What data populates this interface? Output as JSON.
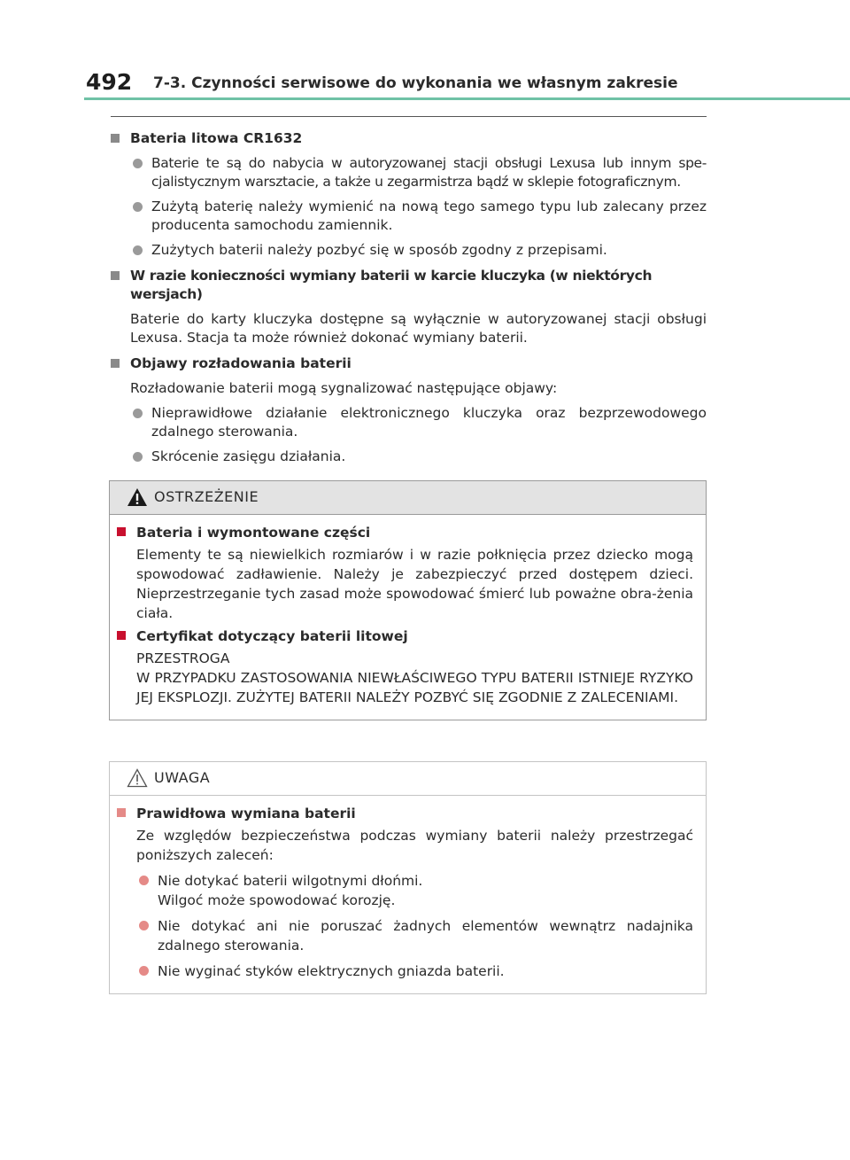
{
  "header": {
    "page_number": "492",
    "title": "7-3. Czynności serwisowe do wykonania we własnym zakresie",
    "accent_color": "#6fc2a6"
  },
  "sections": {
    "s1": {
      "title": "Bateria litowa CR1632",
      "b1": "Baterie te są do nabycia w autoryzowanej stacji obsługi Lexusa lub innym spe-cjalistycznym warsztacie, a także u zegarmistrza bądź w sklepie fotograficznym.",
      "b2": "Zużytą baterię należy wymienić na nową tego samego typu lub zalecany przez producenta samochodu zamiennik.",
      "b3": "Zużytych baterii należy pozbyć się w sposób zgodny z przepisami."
    },
    "s2": {
      "title": "W razie konieczności wymiany baterii w karcie kluczyka (w niektórych wersjach)",
      "text": "Baterie do karty kluczyka dostępne są wyłącznie w autoryzowanej stacji obsługi Lexusa. Stacja ta może również dokonać wymiany baterii."
    },
    "s3": {
      "title": "Objawy rozładowania baterii",
      "text": "Rozładowanie baterii mogą sygnalizować następujące objawy:",
      "b1": "Nieprawidłowe działanie elektronicznego kluczyka oraz bezprzewodowego zdalnego sterowania.",
      "b2": "Skrócenie zasięgu działania."
    }
  },
  "warning": {
    "label": "OSTRZEŻENIE",
    "icon": "warning-triangle-icon",
    "s1": {
      "title": "Bateria i wymontowane części",
      "text": "Elementy te są niewielkich rozmiarów i w razie połknięcia przez dziecko mogą spowodować zadławienie. Należy je zabezpieczyć przed dostępem dzieci. Nieprzestrzeganie tych zasad może spowodować śmierć lub poważne obra-żenia ciała."
    },
    "s2": {
      "title": "Certyfikat dotyczący baterii litowej",
      "line1": "PRZESTROGA",
      "line2": "W PRZYPADKU ZASTOSOWANIA NIEWŁAŚCIWEGO TYPU BATERII ISTNIEJE RYZYKO JEJ EKSPLOZJI. ZUŻYTEJ BATERII NALEŻY POZBYĆ SIĘ ZGODNIE Z ZALECENIAMI."
    },
    "accent_color": "#c8102e"
  },
  "notice": {
    "label": "UWAGA",
    "icon": "caution-triangle-icon",
    "s1": {
      "title": "Prawidłowa wymiana baterii",
      "text": "Ze względów bezpieczeństwa podczas wymiany baterii należy przestrzegać poniższych zaleceń:",
      "b1_line1": "Nie dotykać baterii wilgotnymi dłońmi.",
      "b1_line2": "Wilgoć może spowodować korozję.",
      "b2": "Nie dotykać ani nie poruszać żadnych elementów wewnątrz nadajnika zdalnego sterowania.",
      "b3": "Nie wyginać styków elektrycznych gniazda baterii."
    },
    "accent_color": "#e58a87"
  }
}
